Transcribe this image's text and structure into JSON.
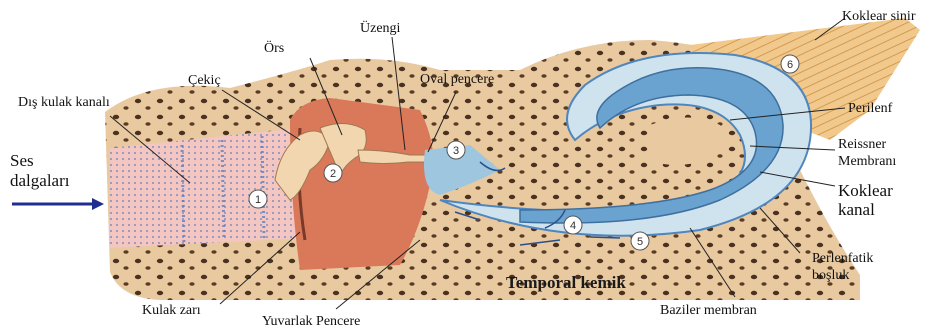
{
  "labels": {
    "sound_waves_line1": "Ses",
    "sound_waves_line2": "dalgaları",
    "outer_ear_canal": "Dış kulak kanalı",
    "hammer": "Çekiç",
    "anvil": "Örs",
    "stirrup": "Üzengi",
    "oval_window": "Oval pencere",
    "cochlear_nerve": "Koklear sinir",
    "perilymph": "Perilenf",
    "reissner_line1": "Reissner",
    "reissner_line2": "Membranı",
    "cochlear_canal_line1": "Koklear",
    "cochlear_canal_line2": "kanal",
    "perilymphatic_line1": "Perlenfatik",
    "perilymphatic_line2": "boşluk",
    "eardrum": "Kulak zarı",
    "round_window": "Yuvarlak Pencere",
    "temporal_bone": "Temporal kemik",
    "basilar_membrane": "Baziler membran"
  },
  "steps": [
    "1",
    "2",
    "3",
    "4",
    "5",
    "6"
  ],
  "colors": {
    "bone": "#e9c9a0",
    "bone_hole": "#4a3220",
    "canal": "#f3c6c2",
    "middle_ear": "#d9795a",
    "ossicle": "#f2d6b0",
    "fluid": "#9ec6df",
    "duct": "#6aa3cf",
    "nerve": "#f2c98c",
    "arrow": "#1f2e8f"
  }
}
